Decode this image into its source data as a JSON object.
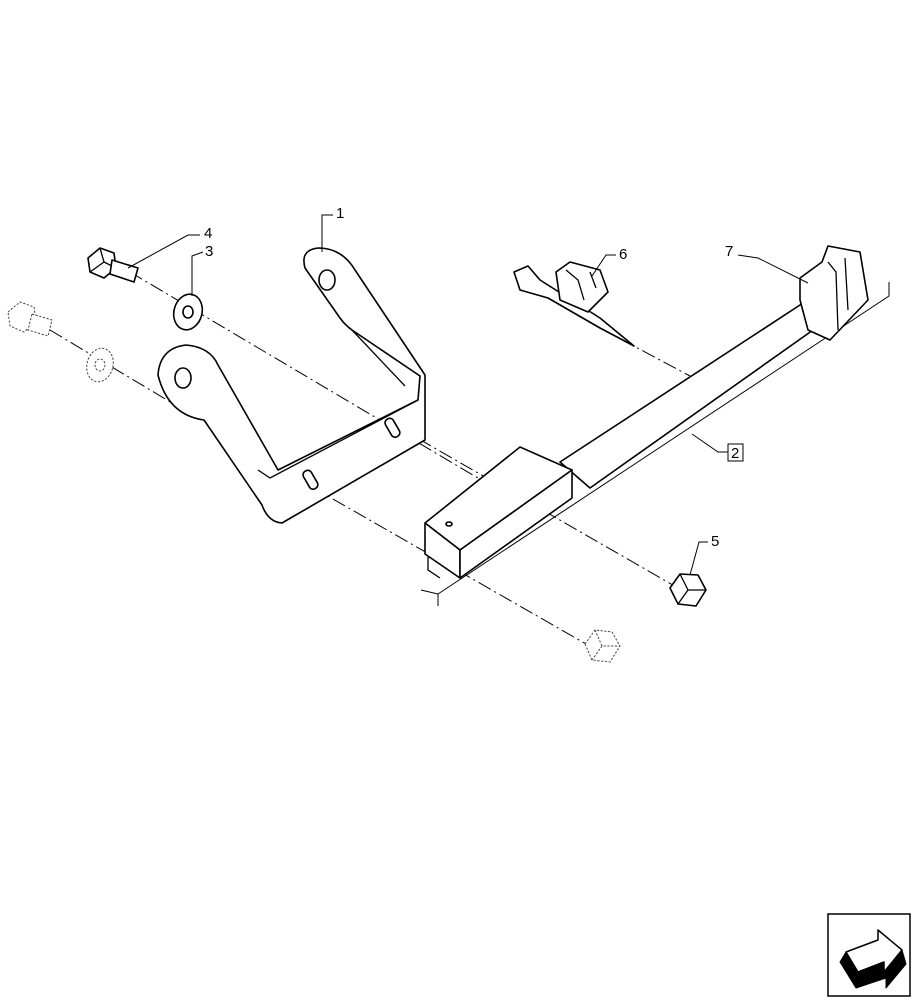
{
  "callouts": [
    {
      "id": "1",
      "label": "1",
      "boxed": false
    },
    {
      "id": "2",
      "label": "2",
      "boxed": true
    },
    {
      "id": "3",
      "label": "3",
      "boxed": false
    },
    {
      "id": "4",
      "label": "4",
      "boxed": false
    },
    {
      "id": "5",
      "label": "5",
      "boxed": false
    },
    {
      "id": "6",
      "label": "6",
      "boxed": false
    },
    {
      "id": "7",
      "label": "7",
      "boxed": false
    }
  ],
  "icons": {
    "navigation": "arrow-link-icon"
  }
}
